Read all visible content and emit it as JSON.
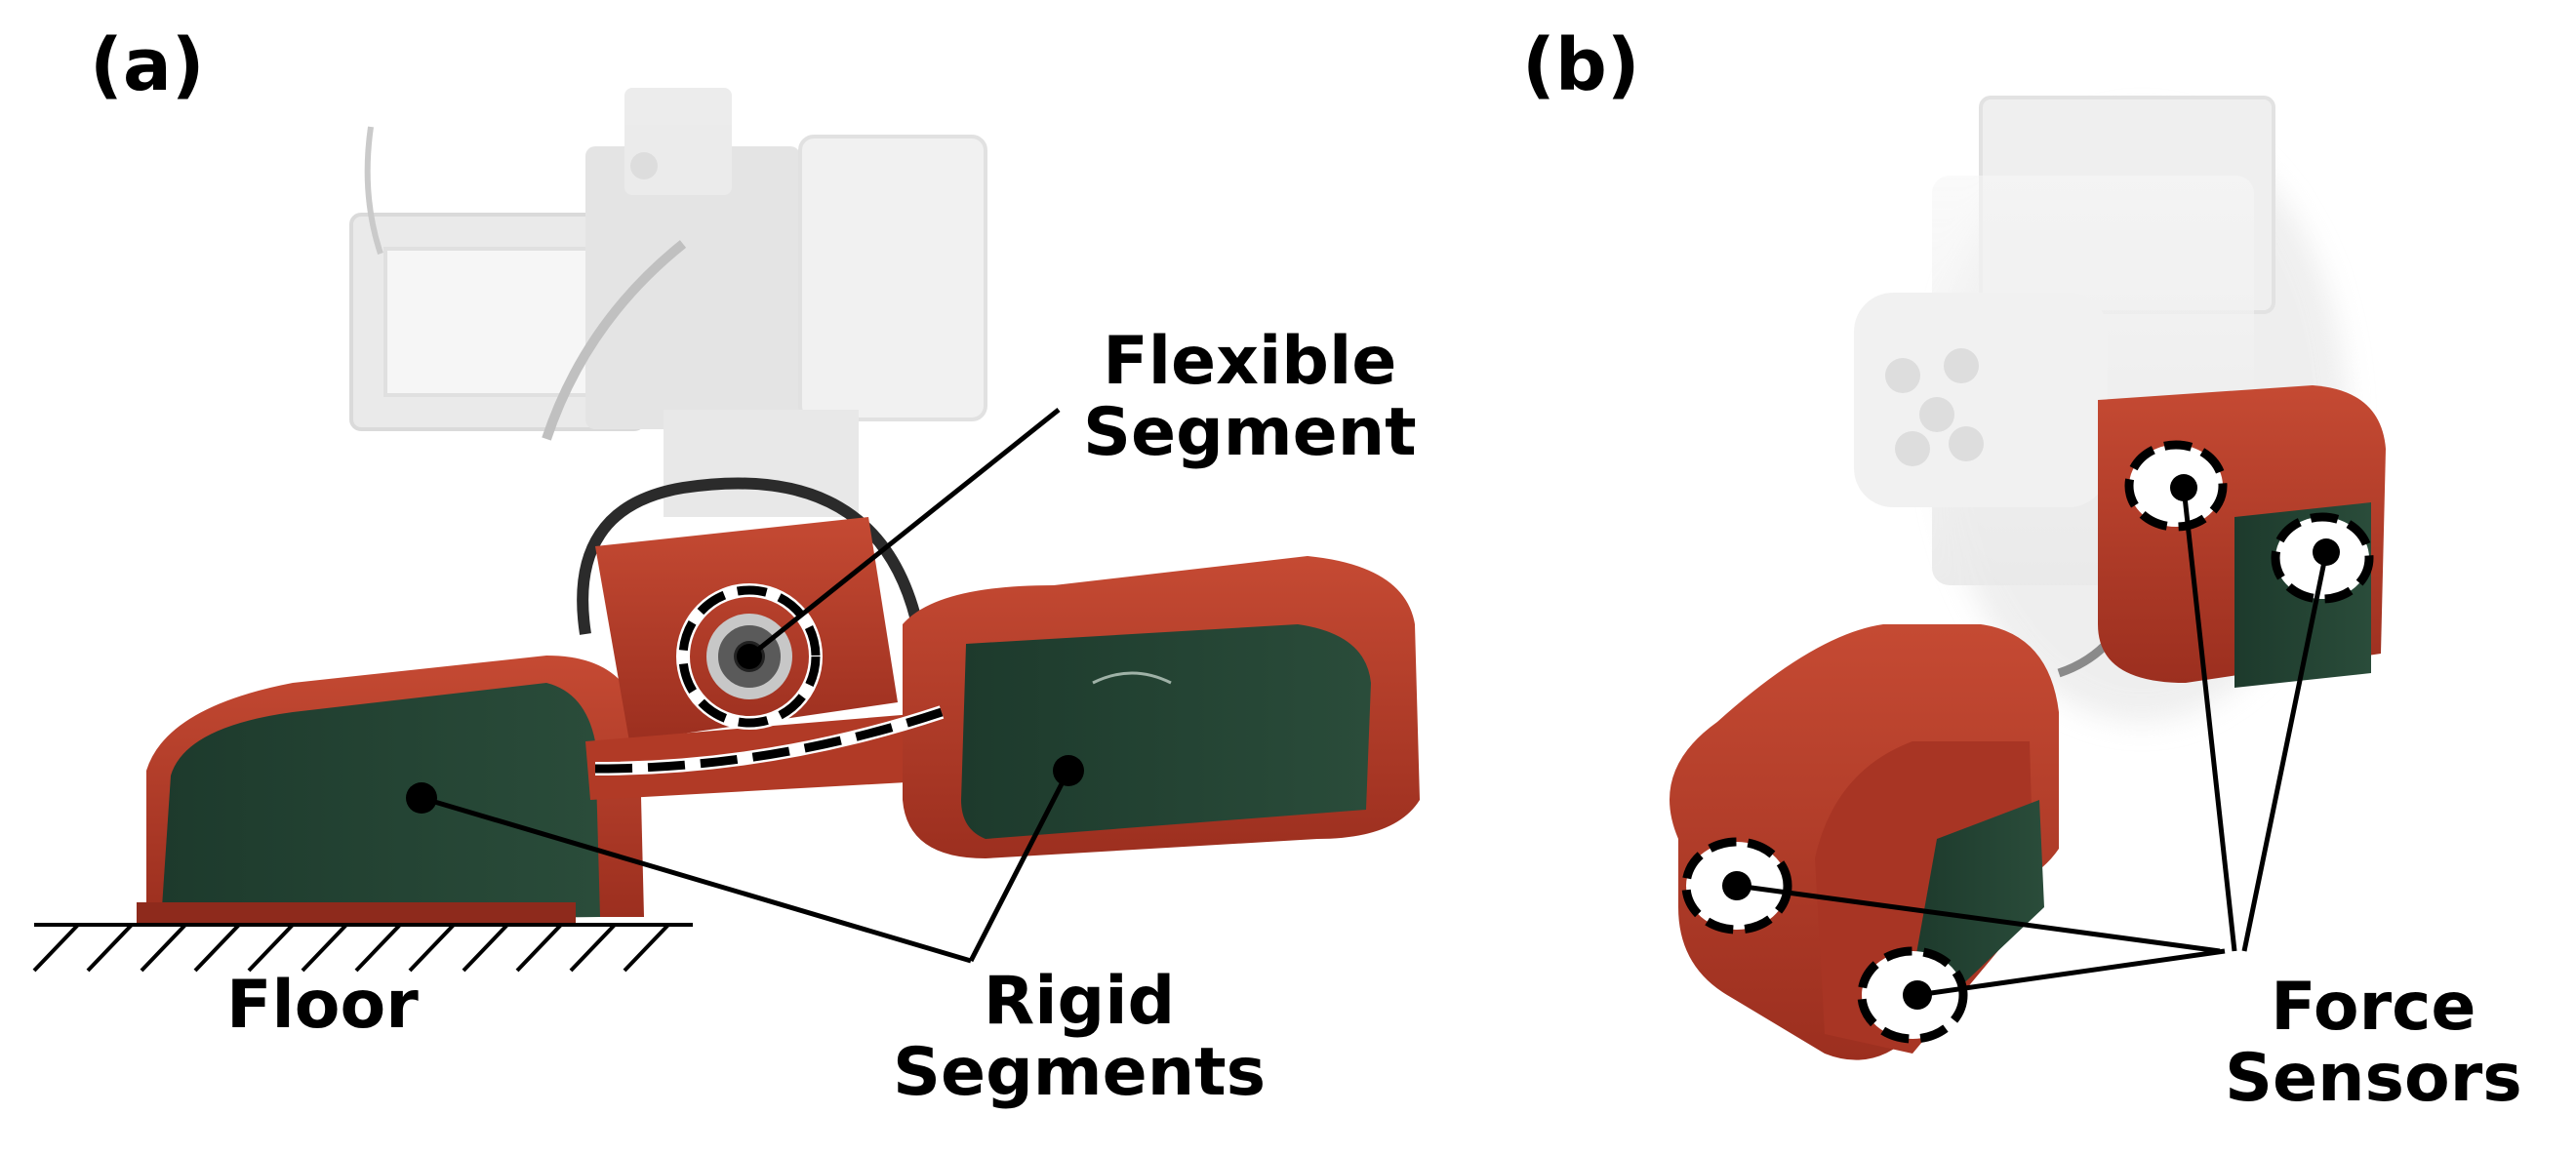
{
  "panels": {
    "a": {
      "tag": "(a)"
    },
    "b": {
      "tag": "(b)"
    }
  },
  "annotations": {
    "flexible_segment": [
      "Flexible",
      "Segment"
    ],
    "floor": "Floor",
    "rigid_segments": [
      "Rigid",
      "Segments"
    ],
    "force_sensors": [
      "Force",
      "Sensors"
    ]
  },
  "colors": {
    "red_shell": "#b83a26",
    "green_block": "#1f3f30",
    "metal": "#e6e6e6",
    "ink": "#000000"
  }
}
